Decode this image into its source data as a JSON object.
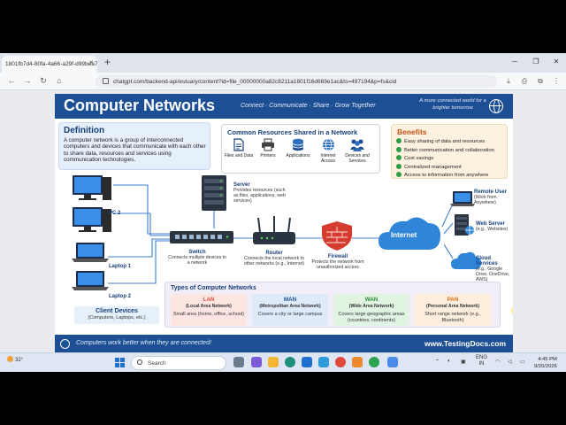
{
  "browser": {
    "tab_title": "1801fb7d4-80fa-4a66-a29f-d99bea7",
    "url": "chatgpt.com/backend-api/estuary/content?id=file_00000000a82c8211a1801f16d669e1ac&ts=497194&p=fs&cid",
    "close_glyph": "×",
    "new_tab_glyph": "+"
  },
  "poster": {
    "title": "Computer Networks",
    "tagline": "Connect  ·  Communicate  ·  Share  ·  Grow Together",
    "slogan": "A more connected world for a brighter tomorrow",
    "definition": {
      "heading": "Definition",
      "text": "A computer network is a group of interconnected computers and devices that communicate with each other to share data, resources and services using communication technologies."
    },
    "resources": {
      "heading": "Common Resources Shared in a Network",
      "items": [
        "Files and Data",
        "Printers",
        "Applications",
        "Internet Access",
        "Devices and Services"
      ]
    },
    "benefits": {
      "heading": "Benefits",
      "items": [
        "Easy sharing of data and resources",
        "Better communication and collaboration",
        "Cost savings",
        "Centralized management",
        "Access to information from anywhere"
      ]
    },
    "diagram": {
      "server_title": "Server",
      "server_desc": "Provides resources (such as files, applications, web services)",
      "pc2": "PC 2",
      "laptop1": "Laptop 1",
      "laptop2": "Laptop 2",
      "switch_title": "Switch",
      "switch_desc": "Connects multiple devices in a network",
      "router_title": "Router",
      "router_desc": "Connects the local network to other networks (e.g., Internet)",
      "firewall_title": "Firewall",
      "firewall_desc": "Protects the network from unauthorized access",
      "internet": "Internet",
      "remote_title": "Remote User",
      "remote_desc": "(Work from Anywhere)",
      "web_title": "Web Server",
      "web_desc": "(e.g., Websites)",
      "cloud_title": "Cloud Services",
      "cloud_desc": "(e.g., Google Drive, OneDrive, AWS)"
    },
    "clients": {
      "heading": "Client Devices",
      "sub": "(Computers, Laptops, etc.)"
    },
    "types": {
      "heading": "Types of Computer Networks",
      "cards": [
        {
          "name": "LAN",
          "full": "(Local Area Network)",
          "desc": "Small area (home, office, school)",
          "color": "#e74c3c",
          "bg": "#fde5e2"
        },
        {
          "name": "MAN",
          "full": "(Metropolitan Area Network)",
          "desc": "Covers a city or large campus",
          "color": "#1c4f93",
          "bg": "#dfeafa"
        },
        {
          "name": "WAN",
          "full": "(Wide Area Network)",
          "desc": "Covers large geographic areas (countries, continents)",
          "color": "#2e8b3e",
          "bg": "#e1f3e1"
        },
        {
          "name": "PAN",
          "full": "(Personal Area Network)",
          "desc": "Short range network (e.g., Bluetooth)",
          "color": "#d9731a",
          "bg": "#fdeedd"
        }
      ]
    },
    "footer_text": "Computers work better when they are connected!",
    "footer_site": "www.TestingDocs.com"
  },
  "taskbar": {
    "weather": "32°",
    "search": "Search",
    "lang1": "ENG",
    "lang2": "IN",
    "time": "4:45 PM",
    "date": "9/20/2026"
  }
}
